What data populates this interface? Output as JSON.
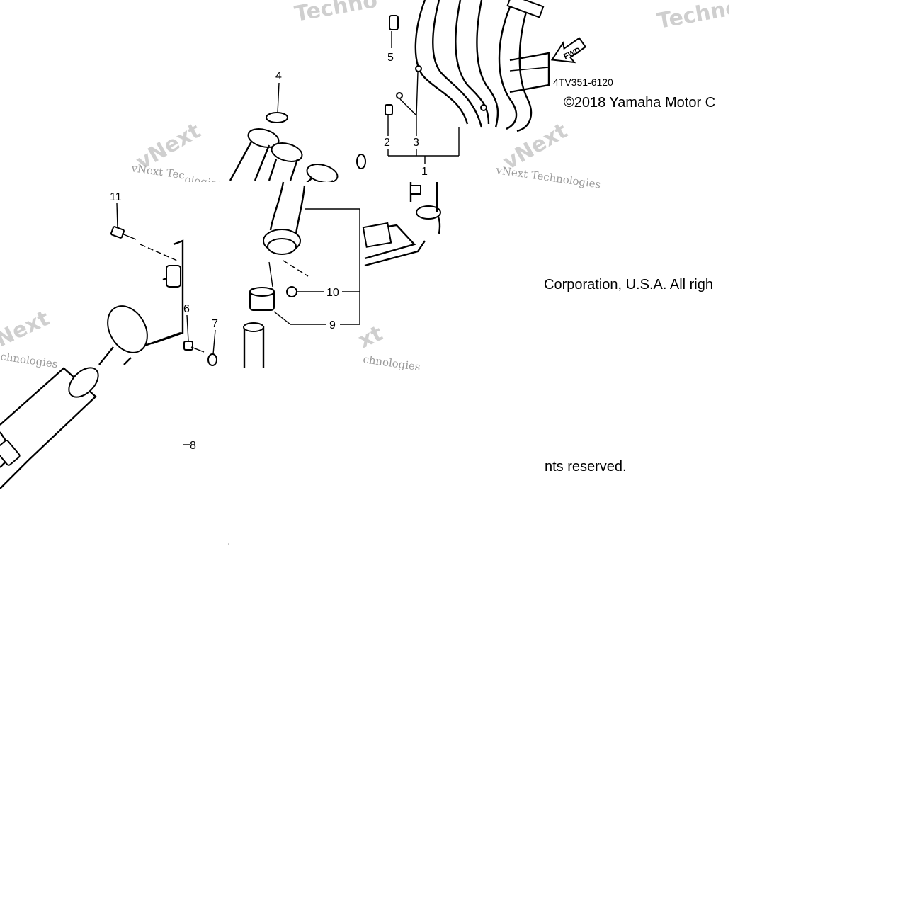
{
  "diagram": {
    "part_code": "4TV351-6120",
    "copyright_lines": [
      "©2018 Yamaha Motor C",
      "Corporation, U.S.A. All righ",
      "nts reserved."
    ],
    "watermarks": {
      "techno": "Techno",
      "vnext": "vNext",
      "vnext_tec": "vNext Tec",
      "vnext_technologies": "vNext Technologies",
      "next": "Next",
      "chnologies": "chnologies",
      "xt": "xt",
      "chnolo": "chnologies",
      "ologies": "ologies"
    },
    "fwd_label": "FWD",
    "callouts": [
      {
        "id": "1",
        "label": "1"
      },
      {
        "id": "2",
        "label": "2"
      },
      {
        "id": "3",
        "label": "3"
      },
      {
        "id": "4",
        "label": "4"
      },
      {
        "id": "5",
        "label": "5"
      },
      {
        "id": "6",
        "label": "6"
      },
      {
        "id": "7",
        "label": "7"
      },
      {
        "id": "8",
        "label": "8"
      },
      {
        "id": "9",
        "label": "9"
      },
      {
        "id": "10",
        "label": "10"
      },
      {
        "id": "11",
        "label": "11"
      }
    ]
  }
}
